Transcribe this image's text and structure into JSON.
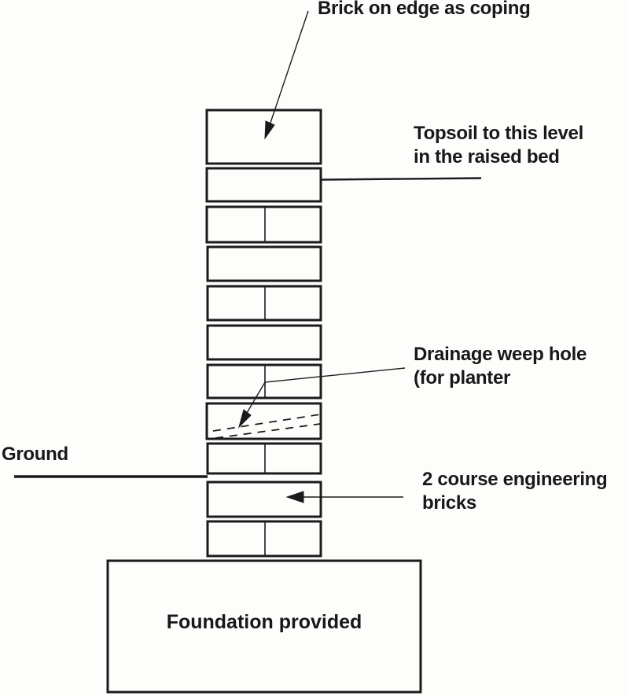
{
  "diagram": {
    "type": "construction-section",
    "subject": "raised bed / planter brick wall section",
    "brick_courses_visible": 11,
    "colors": {
      "ink": "#1b1b1b",
      "paper": "#fdfdfb"
    }
  },
  "labels": {
    "coping": "Brick on edge as coping",
    "topsoil": [
      "Topsoil to this level",
      "in the raised bed"
    ],
    "drainage": [
      "Drainage weep hole",
      "(for planter"
    ],
    "ground": "Ground",
    "engineering": [
      "2 course engineering",
      "bricks"
    ],
    "foundation": "Foundation provided"
  }
}
